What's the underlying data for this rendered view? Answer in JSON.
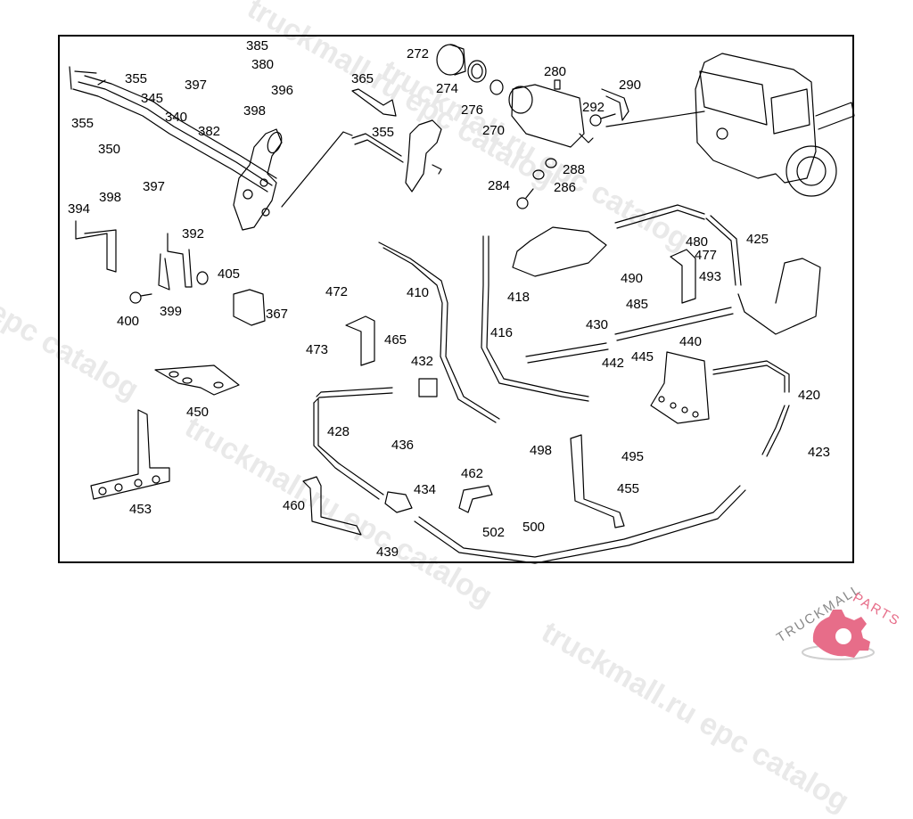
{
  "diagram": {
    "title": "Clutch hydraulic system parts diagram",
    "part_labels": [
      {
        "id": "385",
        "text": "385"
      },
      {
        "id": "380",
        "text": "380"
      },
      {
        "id": "397a",
        "text": "397"
      },
      {
        "id": "396",
        "text": "396"
      },
      {
        "id": "398a",
        "text": "398"
      },
      {
        "id": "382",
        "text": "382"
      },
      {
        "id": "355a",
        "text": "355"
      },
      {
        "id": "345",
        "text": "345"
      },
      {
        "id": "340",
        "text": "340"
      },
      {
        "id": "355b",
        "text": "355"
      },
      {
        "id": "350",
        "text": "350"
      },
      {
        "id": "365",
        "text": "365"
      },
      {
        "id": "355c",
        "text": "355"
      },
      {
        "id": "272",
        "text": "272"
      },
      {
        "id": "274",
        "text": "274"
      },
      {
        "id": "276",
        "text": "276"
      },
      {
        "id": "270",
        "text": "270"
      },
      {
        "id": "280",
        "text": "280"
      },
      {
        "id": "290",
        "text": "290"
      },
      {
        "id": "292",
        "text": "292"
      },
      {
        "id": "288",
        "text": "288"
      },
      {
        "id": "286",
        "text": "286"
      },
      {
        "id": "284",
        "text": "284"
      },
      {
        "id": "394",
        "text": "394"
      },
      {
        "id": "398b",
        "text": "398"
      },
      {
        "id": "397b",
        "text": "397"
      },
      {
        "id": "392",
        "text": "392"
      },
      {
        "id": "405",
        "text": "405"
      },
      {
        "id": "399",
        "text": "399"
      },
      {
        "id": "400",
        "text": "400"
      },
      {
        "id": "367",
        "text": "367"
      },
      {
        "id": "472",
        "text": "472"
      },
      {
        "id": "465",
        "text": "465"
      },
      {
        "id": "473",
        "text": "473"
      },
      {
        "id": "410",
        "text": "410"
      },
      {
        "id": "418",
        "text": "418"
      },
      {
        "id": "416",
        "text": "416"
      },
      {
        "id": "432",
        "text": "432"
      },
      {
        "id": "480",
        "text": "480"
      },
      {
        "id": "477",
        "text": "477"
      },
      {
        "id": "490",
        "text": "490"
      },
      {
        "id": "493",
        "text": "493"
      },
      {
        "id": "485",
        "text": "485"
      },
      {
        "id": "425",
        "text": "425"
      },
      {
        "id": "430",
        "text": "430"
      },
      {
        "id": "440",
        "text": "440"
      },
      {
        "id": "442",
        "text": "442"
      },
      {
        "id": "445",
        "text": "445"
      },
      {
        "id": "420",
        "text": "420"
      },
      {
        "id": "450",
        "text": "450"
      },
      {
        "id": "453",
        "text": "453"
      },
      {
        "id": "428",
        "text": "428"
      },
      {
        "id": "436",
        "text": "436"
      },
      {
        "id": "434",
        "text": "434"
      },
      {
        "id": "460",
        "text": "460"
      },
      {
        "id": "439",
        "text": "439"
      },
      {
        "id": "462",
        "text": "462"
      },
      {
        "id": "502",
        "text": "502"
      },
      {
        "id": "500",
        "text": "500"
      },
      {
        "id": "498",
        "text": "498"
      },
      {
        "id": "495",
        "text": "495"
      },
      {
        "id": "455",
        "text": "455"
      },
      {
        "id": "423",
        "text": "423"
      }
    ]
  },
  "watermarks": [
    "truckmall.ru epc catalog",
    "truckmall.ru epc catalog",
    "truckmall.ru epc catalog",
    "truckmall.ru epc catalog",
    "epc catalog"
  ],
  "logo": {
    "text_gray": "TRUCKMALL",
    "text_pink": "PARTS",
    "colors": {
      "pink": "#e76d89",
      "gray": "#8a8a8a"
    }
  }
}
